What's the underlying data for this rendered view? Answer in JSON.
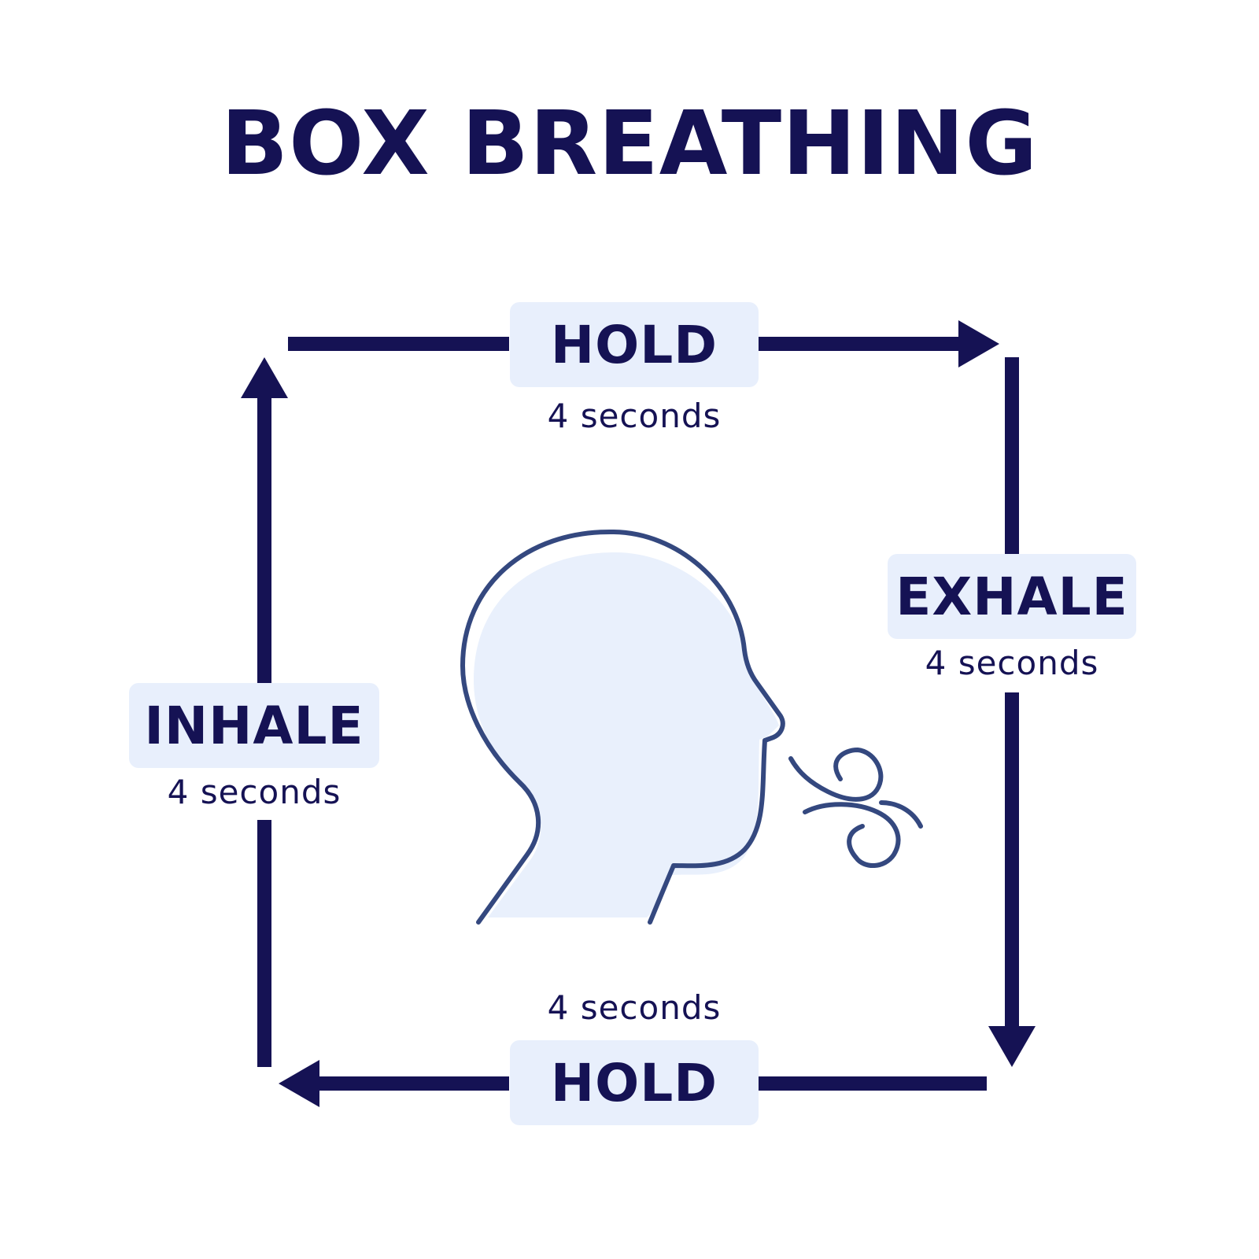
{
  "title": "BOX BREATHING",
  "steps": {
    "top_hold": {
      "label": "HOLD",
      "duration": "4 seconds"
    },
    "right_exhale": {
      "label": "EXHALE",
      "duration": "4 seconds"
    },
    "bottom_hold": {
      "label": "HOLD",
      "duration": "4 seconds"
    },
    "left_inhale": {
      "label": "INHALE",
      "duration": "4 seconds"
    }
  },
  "colors": {
    "ink": "#151254",
    "panel": "#e8effc",
    "head_outline": "#34487f",
    "head_fill": "#e9f0fc"
  },
  "icons": {
    "center": "head-exhaling-icon"
  }
}
